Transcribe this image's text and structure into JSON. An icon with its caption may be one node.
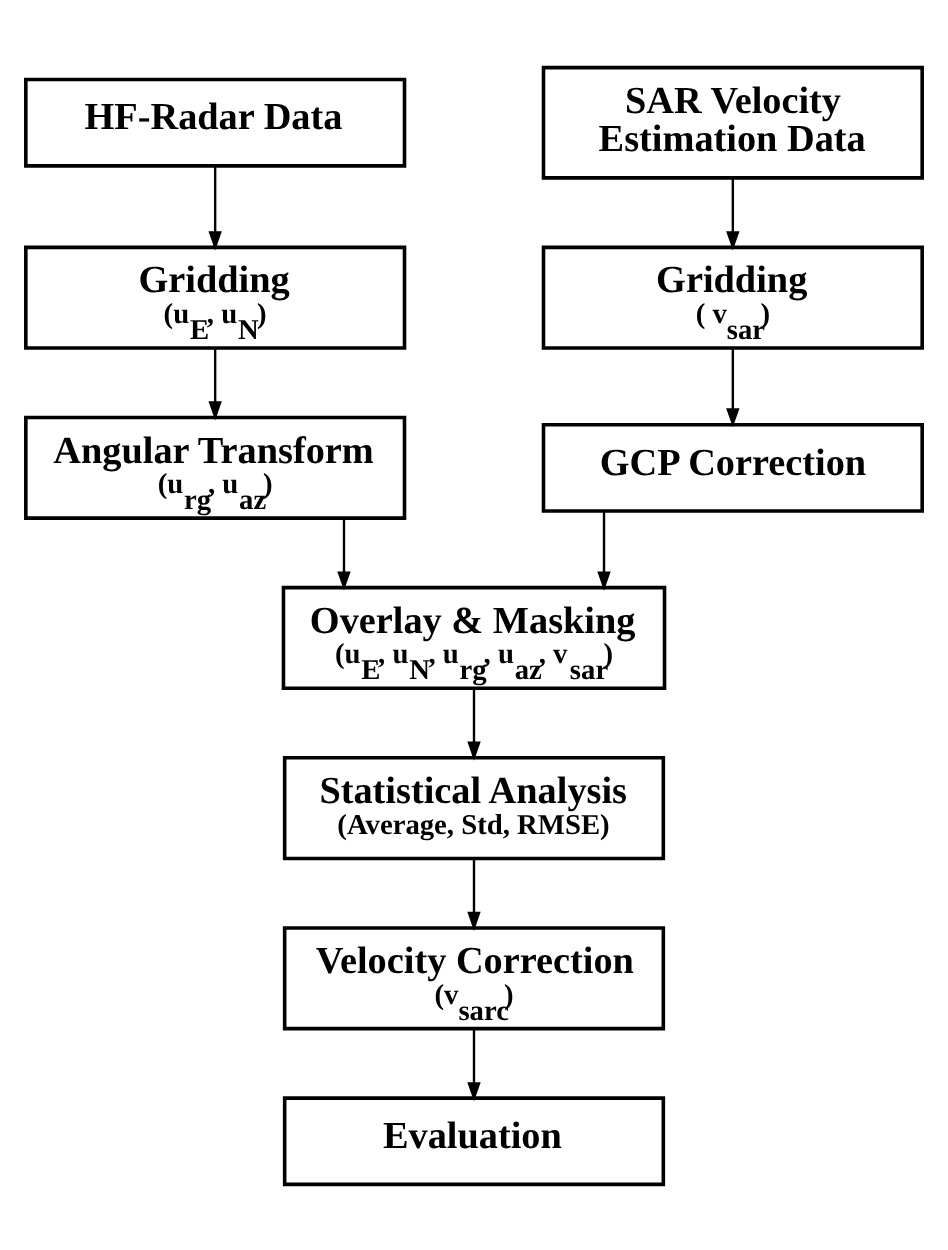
{
  "diagram": {
    "nodes": [
      {
        "text": [
          "HF-Radar Data"
        ]
      },
      {
        "text": [
          "SAR Velocity Estimation Data"
        ]
      },
      {
        "text": [
          "Gridding",
          "(u$_{E}$, u$_{N}$)"
        ]
      },
      {
        "text": [
          "Gridding",
          "( v$_{sar}$)"
        ]
      },
      {
        "text": [
          "Angular Transform",
          "(u$_{rg}$, u$_{az}$)"
        ]
      },
      {
        "text": [
          "GCP Correction"
        ]
      },
      {
        "text": [
          "Overlay & Masking",
          "(u$_{E}$, u$_{N}$, u$_{rg}$, u$_{az}$, v$_{sar}$)"
        ]
      },
      {
        "text": [
          "Statistical Analysis",
          "(Average, Std, RMSE)"
        ]
      },
      {
        "text": [
          "Velocity Correction",
          "(v$_{sarc}$)"
        ]
      },
      {
        "text": [
          "Evaluation"
        ]
      }
    ],
    "edges": [
      {
        "from": 0,
        "to": 2,
        "arrow": "to"
      },
      {
        "from": 1,
        "to": 3,
        "arrow": "to"
      },
      {
        "from": 2,
        "to": 4,
        "arrow": "to"
      },
      {
        "from": 3,
        "to": 5,
        "arrow": "to"
      },
      {
        "from": 4,
        "to": 6,
        "arrow": "to"
      },
      {
        "from": 5,
        "to": 6,
        "arrow": "to"
      },
      {
        "from": 6,
        "to": 7,
        "arrow": "to"
      },
      {
        "from": 7,
        "to": 8,
        "arrow": "to"
      },
      {
        "from": 8,
        "to": 9,
        "arrow": "to"
      }
    ]
  }
}
